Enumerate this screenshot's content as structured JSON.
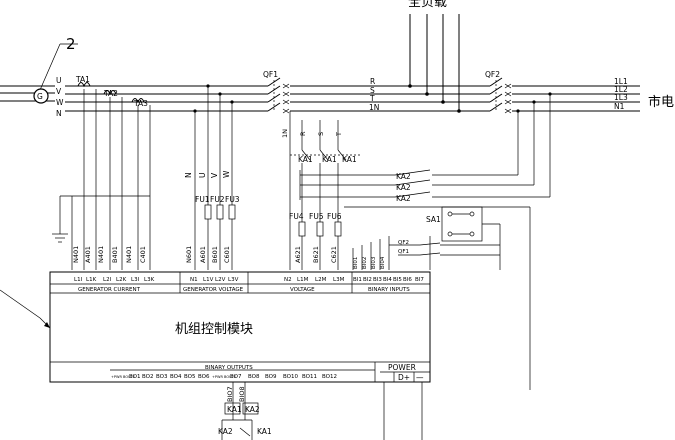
{
  "title_top": "全负载",
  "ref_number": "2",
  "mains_label": "市电",
  "generator_phases": [
    "U",
    "V",
    "W",
    "N"
  ],
  "ct_labels": [
    "TA1",
    "TA2",
    "TA3"
  ],
  "breaker_gen": "QF1",
  "breaker_mains": "QF2",
  "bus_labels": [
    "R",
    "S",
    "T",
    "1N"
  ],
  "mains_lines": [
    "1L1",
    "1L2",
    "1L3",
    "N1"
  ],
  "n_label": "1N",
  "gen_voltage_phases": [
    "N",
    "U",
    "V",
    "W"
  ],
  "mains_voltage_phases": [
    "1N",
    "R",
    "S",
    "T"
  ],
  "fuses_gen": [
    "FU1",
    "FU2",
    "FU3"
  ],
  "fuses_mains": [
    "FU4",
    "FU5",
    "FU6"
  ],
  "relay_ka1": "KA1",
  "relay_ka2": "KA2",
  "switch_sa1": "SA1",
  "qf_contacts": [
    "QF2",
    "QF1"
  ],
  "current_wires": [
    "N401",
    "A401",
    "N401",
    "B401",
    "N401",
    "C401"
  ],
  "gen_voltage_wires": [
    "N601",
    "A601",
    "B601",
    "C601"
  ],
  "mains_voltage_wires": [
    "A621",
    "B621",
    "C621"
  ],
  "binary_wires": [
    "BI01",
    "BI02",
    "BI03",
    "BI04"
  ],
  "current_terms": [
    "L1I",
    "L1K",
    "L2I",
    "L2K",
    "L3I",
    "L3K"
  ],
  "gen_volt_terms": [
    "N1",
    "L1V",
    "L2V",
    "L3V"
  ],
  "mains_volt_terms": [
    "N2",
    "L1M",
    "L2M",
    "L3M"
  ],
  "binary_terms": [
    "BI1",
    "BI2",
    "BI3",
    "BI4",
    "BI5",
    "BI6",
    "BI7"
  ],
  "header_generator_current": "GENERATOR CURRENT",
  "header_generator_voltage": "GENERATOR VOLTAGE",
  "header_voltage": "VOLTAGE",
  "header_binary_inputs": "BINARY INPUTS",
  "module_title": "机组控制模块",
  "header_binary_outputs": "BINARY OUTPUTS",
  "header_power": "POWER",
  "output_terms": [
    "+PWR BOUTS",
    "BO1",
    "BO2",
    "BO3",
    "BO4",
    "BO5",
    "BO6",
    "+PWR BOUTS",
    "BO7",
    "BO8",
    "BO9",
    "BO10",
    "BO11",
    "BO12"
  ],
  "power_terms": [
    "D+",
    "—"
  ],
  "bottom_wires": [
    "BIO7",
    "BIO8"
  ],
  "bottom_relays": [
    "KA1",
    "KA2"
  ],
  "bottom_coils": [
    "KA2",
    "KA1"
  ]
}
